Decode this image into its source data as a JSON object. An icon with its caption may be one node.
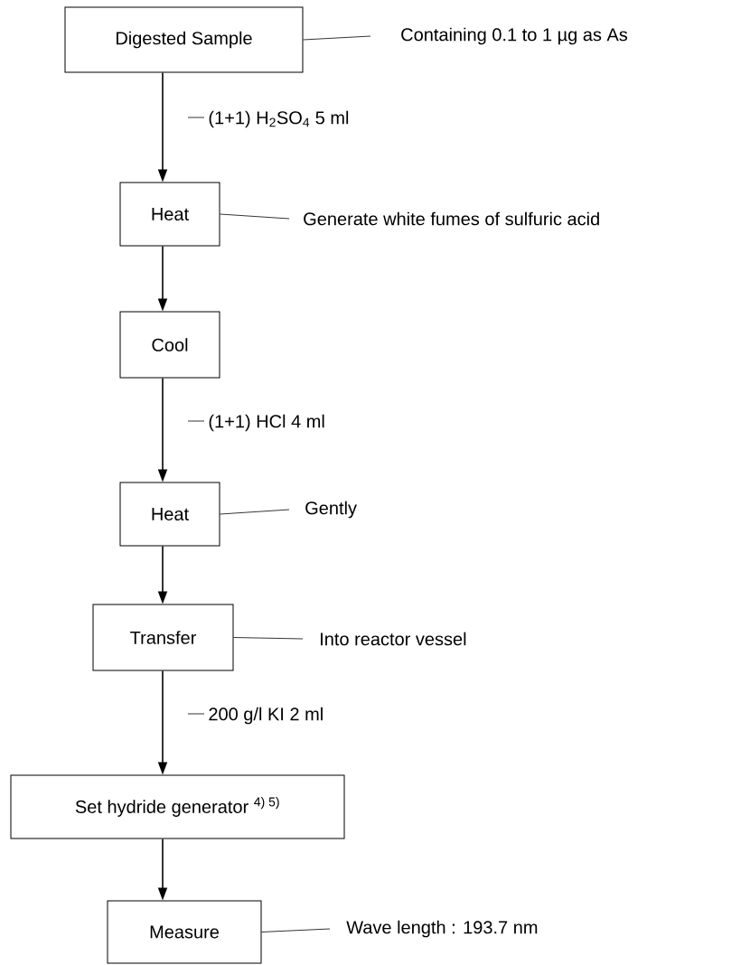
{
  "diagram": {
    "nodes": [
      {
        "text": [
          "Digested Sample"
        ]
      },
      {
        "text": [
          "Containing 0.1 to 1 µg as As"
        ]
      },
      {
        "text": [
          "Heat"
        ]
      },
      {
        "text": [
          "Generate white fumes of sulfuric acid"
        ]
      },
      {
        "text": [
          "Cool"
        ]
      },
      {
        "text": [
          "Heat"
        ]
      },
      {
        "text": [
          "Gently"
        ]
      },
      {
        "text": [
          "Transfer"
        ]
      },
      {
        "text": [
          "Into reactor vessel"
        ]
      },
      {
        "text": [
          "Set hydride generator $^{4) 5)}$"
        ]
      },
      {
        "text": [
          "Measure"
        ]
      },
      {
        "text": [
          "Wave length : 193.7 nm"
        ]
      }
    ],
    "edges": [
      {
        "from": 0,
        "to": 1,
        "arrow": "none"
      },
      {
        "from": 0,
        "to": 2,
        "arrow": "to",
        "label": "(1+1) H$_{2}$SO$_{4}$ 5 ml"
      },
      {
        "from": 2,
        "to": 3,
        "arrow": "none"
      },
      {
        "from": 2,
        "to": 4,
        "arrow": "to"
      },
      {
        "from": 4,
        "to": 5,
        "arrow": "to",
        "label": "(1+1) HCl 4 ml"
      },
      {
        "from": 5,
        "to": 6,
        "arrow": "none"
      },
      {
        "from": 5,
        "to": 7,
        "arrow": "to"
      },
      {
        "from": 7,
        "to": 8,
        "arrow": "none"
      },
      {
        "from": 7,
        "to": 9,
        "arrow": "to",
        "label": "200 g/l KI 2 ml"
      },
      {
        "from": 9,
        "to": 10,
        "arrow": "to"
      },
      {
        "from": 10,
        "to": 11,
        "arrow": "none"
      }
    ]
  }
}
